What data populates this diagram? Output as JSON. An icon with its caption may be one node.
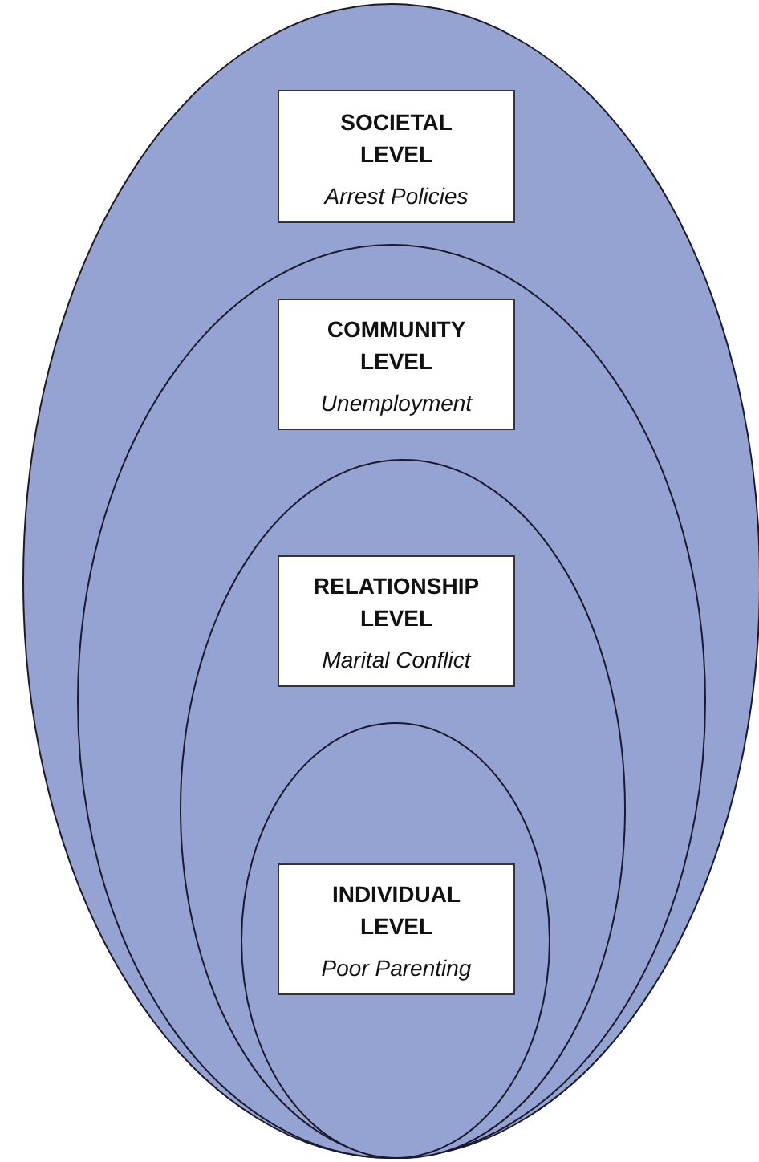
{
  "diagram": {
    "nodes": [
      {
        "text": [],
        "shape": "ellipse"
      },
      {
        "text": [
          "SOCIETAL LEVEL",
          "Arrest Policies"
        ],
        "in": 0
      },
      {
        "text": [],
        "shape": "ellipse",
        "in": 0
      },
      {
        "text": [
          "COMMUNITY LEVEL",
          "Unemployment"
        ],
        "in": 2
      },
      {
        "text": [],
        "shape": "ellipse",
        "in": 2
      },
      {
        "text": [
          "RELATIONSHIP LEVEL",
          "Marital Conflict"
        ],
        "in": 4
      },
      {
        "text": [],
        "shape": "ellipse",
        "in": 4
      },
      {
        "text": [
          "INDIVIDUAL LEVEL",
          "Poor Parenting"
        ],
        "in": 6
      }
    ]
  }
}
